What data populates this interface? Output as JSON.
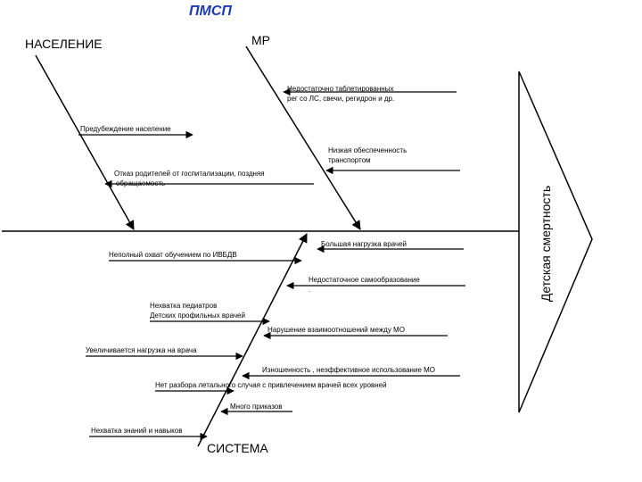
{
  "title": "ПМСП",
  "effect": "Детская смертность",
  "categories": {
    "population": "НАСЕЛЕНИЕ",
    "mr": "МР",
    "system": "СИСТЕМА"
  },
  "causes": {
    "tablets_line1": "Недостаточно таблетированных",
    "tablets_line2": "рег со ЛС, свечи, регидрон и др.",
    "warning_population": "Предубеждение население",
    "transport_line1": "Низкая обеспеченность",
    "transport_line2": "транспортом",
    "refusal_line1": "Отказ родителей от госпитализации, поздняя",
    "refusal_line2": "обращаемость",
    "doctor_load": "Большая нагрузка врачей",
    "training_coverage": "Неполный охват обучением по ИВБДВ",
    "self_education_line1": "Недостаточное самообразование",
    "self_education_line2": ".",
    "pediatricians_line1": "Нехватка педиатров",
    "pediatricians_line2": "Детских профильных врачей",
    "relations": "Нарушение взаимоотношений между МО",
    "workload_increase": "Увеличивается нагрузка на врача",
    "wear": "Изношенность , неэффективное использование МО",
    "no_analysis": "Нет разбора летального случая с привлечением врачей всех уровней",
    "many_orders": "Много приказов",
    "skills_shortage": "Нехватка знаний и навыков"
  }
}
